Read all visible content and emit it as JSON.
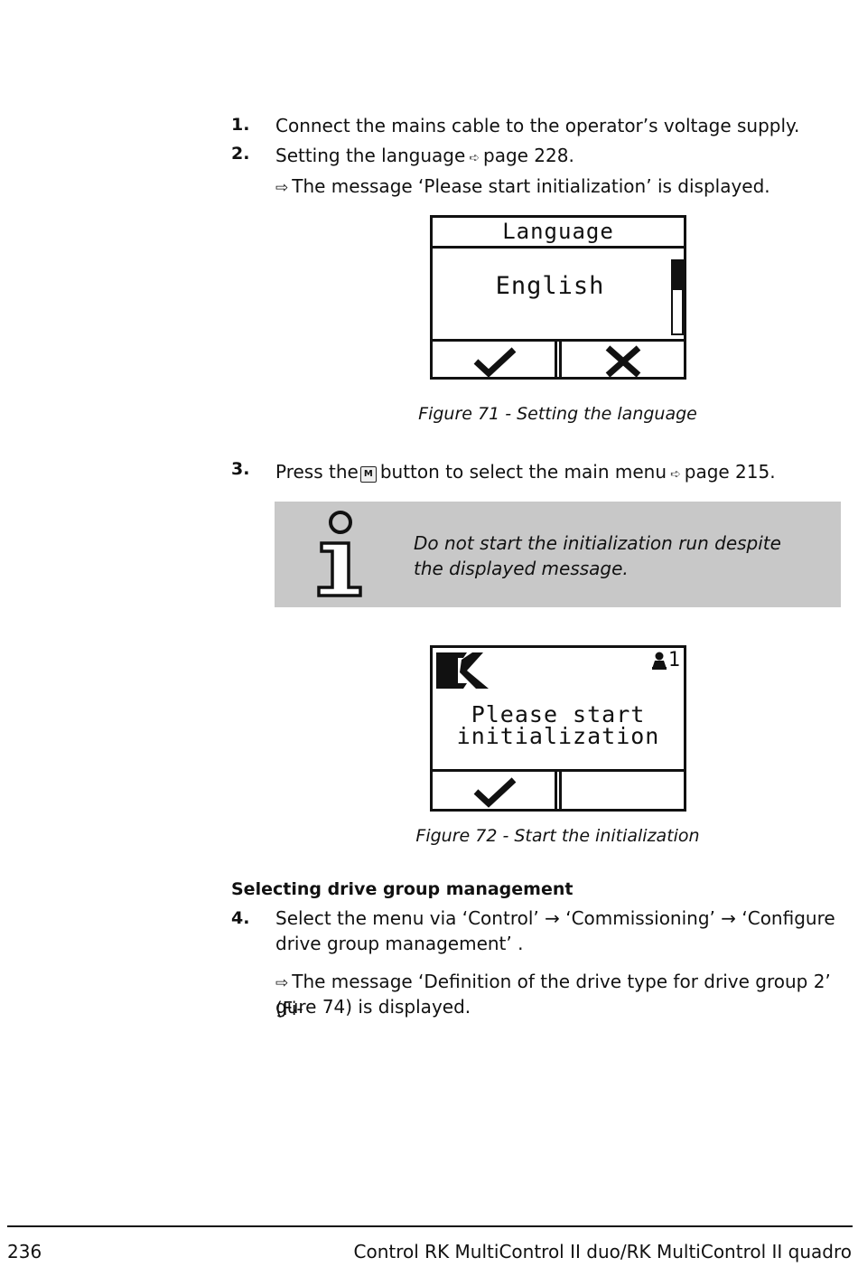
{
  "steps": {
    "s1": {
      "num": "1.",
      "text": "Connect the mains cable to the operator’s voltage supply."
    },
    "s2": {
      "num": "2.",
      "text_before": "Setting the language",
      "ref_arrow": "➪",
      "ref_page": "page 228."
    },
    "s2_result": {
      "arrow": "⇨",
      "text": "The message ‘Please start initialization’ is displayed."
    },
    "s3": {
      "num": "3.",
      "text_before": "Press the",
      "key_label": "M",
      "text_after": "button to select the main menu",
      "ref_arrow": "➪",
      "ref_page": "page 215."
    },
    "s4": {
      "num": "4.",
      "line1": "Select the menu via ‘Control’ → ‘Commissioning’ → ‘Configure",
      "line2": "drive group management’ ."
    },
    "s4_result": {
      "arrow": "⇨",
      "line1": "The message ‘Definition of the drive type for drive group 2’ (Fi-",
      "line2": "gure 74) is displayed."
    }
  },
  "figure71": {
    "screen_title": "Language",
    "screen_value": "English",
    "caption": "Figure 71 - Setting the language",
    "scroll_fill_fraction": 0.4
  },
  "note": {
    "text": "Do not start the initialization run despite the displayed message.",
    "icon": "info-icon"
  },
  "figure72": {
    "logo": "RK",
    "status": "1",
    "line1": "Please start",
    "line2": "initialization",
    "caption": "Figure 72 - Start the initialization"
  },
  "section_heading": "Selecting drive group management",
  "footer": {
    "page_number": "236",
    "title": "Control RK MultiControl II duo/RK MultiControl II quadro"
  }
}
